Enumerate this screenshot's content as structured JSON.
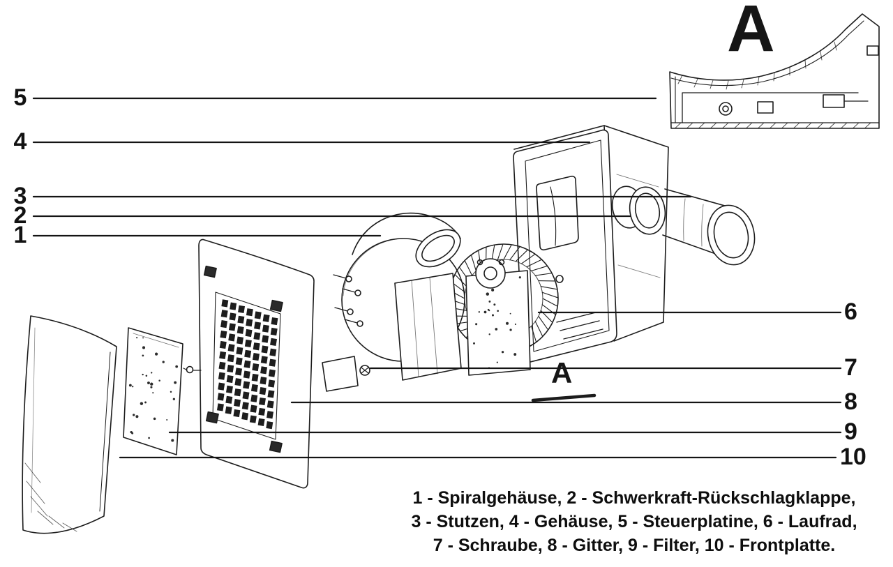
{
  "diagram": {
    "detail_view_label": "A",
    "section_marker_label": "A"
  },
  "callouts_left": [
    "5",
    "4",
    "3",
    "2",
    "1"
  ],
  "callouts_right": [
    "6",
    "7",
    "8",
    "9",
    "10"
  ],
  "legend": {
    "lines": [
      "1 - Spiralgehäuse, 2 - Schwerkraft-Rückschlagklappe,",
      "3 - Stutzen, 4 - Gehäuse, 5 - Steuerplatine, 6 - Laufrad,",
      "7 - Schraube, 8 - Gitter, 9 - Filter, 10 - Frontplatte."
    ]
  },
  "parts": [
    {
      "number": "1",
      "name": "Spiralgehäuse"
    },
    {
      "number": "2",
      "name": "Schwerkraft-Rückschlagklappe"
    },
    {
      "number": "3",
      "name": "Stutzen"
    },
    {
      "number": "4",
      "name": "Gehäuse"
    },
    {
      "number": "5",
      "name": "Steuerplatine"
    },
    {
      "number": "6",
      "name": "Laufrad"
    },
    {
      "number": "7",
      "name": "Schraube"
    },
    {
      "number": "8",
      "name": "Gitter"
    },
    {
      "number": "9",
      "name": "Filter"
    },
    {
      "number": "10",
      "name": "Frontplatte"
    }
  ]
}
